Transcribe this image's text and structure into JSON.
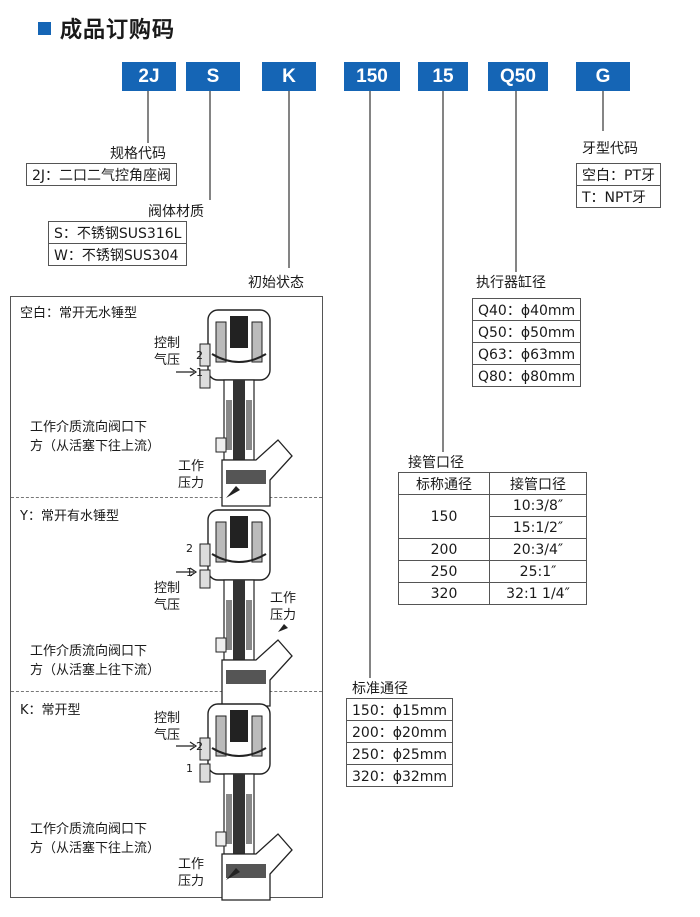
{
  "title": "成品订购码",
  "codes": [
    "2J",
    "S",
    "K",
    "150",
    "15",
    "Q50",
    "G"
  ],
  "spec": {
    "heading": "规格代码",
    "rows": [
      "2J：二口二气控角座阀"
    ]
  },
  "material": {
    "heading": "阀体材质",
    "rows": [
      "S：不锈钢SUS316L",
      "W：不锈钢SUS304"
    ]
  },
  "initial_state": {
    "heading": "初始状态",
    "sections": [
      {
        "title": "空白：常开无水锤型",
        "control_label": "控制\n气压",
        "port2": "2",
        "port1": "1",
        "flow_text": "工作介质流向阀口下\n方（从活塞下往上流）",
        "pressure_label": "工作\n压力"
      },
      {
        "title": "Y：常开有水锤型",
        "control_label": "控制\n气压",
        "port2": "2",
        "port1": "1",
        "flow_text": "工作介质流向阀口下\n方（从活塞上往下流）",
        "pressure_label": "工作\n压力"
      },
      {
        "title": "K：常开型",
        "control_label": "控制\n气压",
        "port2": "2",
        "port1": "1",
        "flow_text": "工作介质流向阀口下\n方（从活塞下往上流）",
        "pressure_label": "工作\n压力"
      }
    ]
  },
  "nominal": {
    "heading": "标准通径",
    "rows": [
      "150：ϕ15mm",
      "200：ϕ20mm",
      "250：ϕ25mm",
      "320：ϕ32mm"
    ]
  },
  "pipe": {
    "heading": "接管口径",
    "col_headers": [
      "标称通径",
      "接管口径"
    ],
    "rows": [
      {
        "size": "150",
        "ports": [
          "10:3/8″",
          "15:1/2″"
        ]
      },
      {
        "size": "200",
        "ports": [
          "20:3/4″"
        ]
      },
      {
        "size": "250",
        "ports": [
          "25:1″"
        ]
      },
      {
        "size": "320",
        "ports": [
          "32:1  1/4″"
        ]
      }
    ]
  },
  "actuator": {
    "heading": "执行器缸径",
    "rows": [
      "Q40：ϕ40mm",
      "Q50：ϕ50mm",
      "Q63：ϕ63mm",
      "Q80：ϕ80mm"
    ]
  },
  "thread": {
    "heading": "牙型代码",
    "rows": [
      "空白：PT牙",
      "T：NPT牙"
    ]
  },
  "colors": {
    "accent": "#1565b5",
    "line": "#333333"
  }
}
